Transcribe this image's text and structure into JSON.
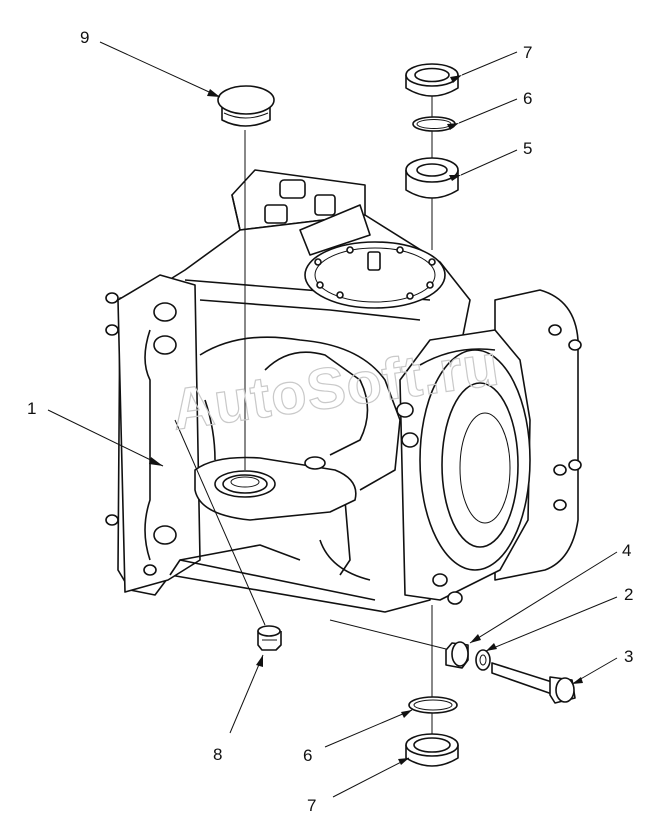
{
  "watermark": "AutoSoft.ru",
  "callouts": [
    {
      "id": "c9",
      "label": "9"
    },
    {
      "id": "c7-top",
      "label": "7"
    },
    {
      "id": "c6-top",
      "label": "6"
    },
    {
      "id": "c5",
      "label": "5"
    },
    {
      "id": "c1",
      "label": "1"
    },
    {
      "id": "c4",
      "label": "4"
    },
    {
      "id": "c2",
      "label": "2"
    },
    {
      "id": "c3",
      "label": "3"
    },
    {
      "id": "c8",
      "label": "8"
    },
    {
      "id": "c6-bottom",
      "label": "6"
    },
    {
      "id": "c7-bottom",
      "label": "7"
    }
  ]
}
